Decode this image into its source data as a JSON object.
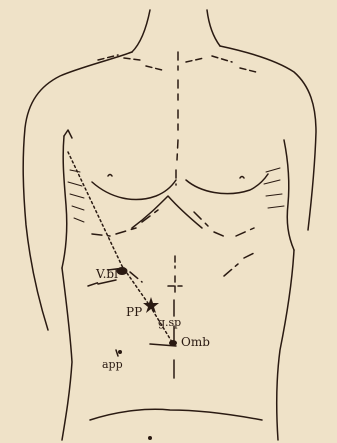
{
  "figure": {
    "labels": {
      "vbl": "V.bl",
      "pp": "PP",
      "gsp": "g.sp",
      "omb": "Omb",
      "app": "app"
    },
    "colors": {
      "paper": "#efe2c8",
      "ink": "#2a1a12"
    }
  }
}
